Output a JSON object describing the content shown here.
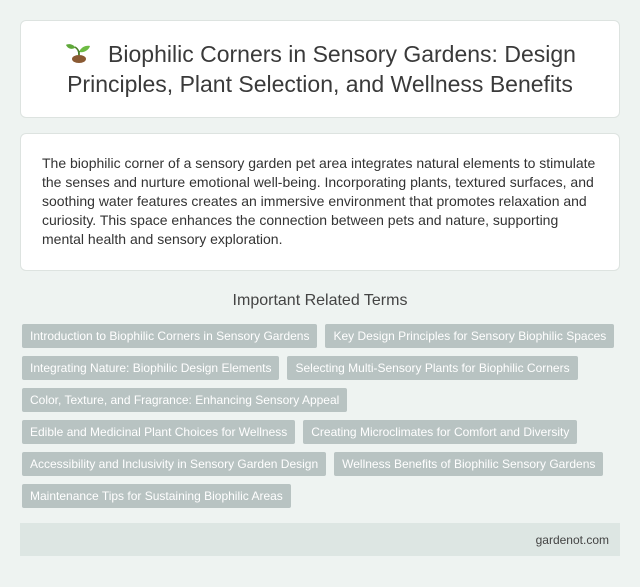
{
  "header": {
    "icon": "sprout-icon",
    "title": "Biophilic Corners in Sensory Gardens: Design Principles, Plant Selection, and Wellness Benefits"
  },
  "description": "The biophilic corner of a sensory garden pet area integrates natural elements to stimulate the senses and nurture emotional well-being. Incorporating plants, textured surfaces, and soothing water features creates an immersive environment that promotes relaxation and curiosity. This space enhances the connection between pets and nature, supporting mental health and sensory exploration.",
  "related": {
    "heading": "Important Related Terms",
    "terms": [
      "Introduction to Biophilic Corners in Sensory Gardens",
      "Key Design Principles for Sensory Biophilic Spaces",
      "Integrating Nature: Biophilic Design Elements",
      "Selecting Multi-Sensory Plants for Biophilic Corners",
      "Color, Texture, and Fragrance: Enhancing Sensory Appeal",
      "Edible and Medicinal Plant Choices for Wellness",
      "Creating Microclimates for Comfort and Diversity",
      "Accessibility and Inclusivity in Sensory Garden Design",
      "Wellness Benefits of Biophilic Sensory Gardens",
      "Maintenance Tips for Sustaining Biophilic Areas"
    ]
  },
  "footer": {
    "site": "gardenot.com"
  },
  "colors": {
    "background": "#eef3f1",
    "tag": "#b8c3c2",
    "footer": "#dde6e3"
  }
}
